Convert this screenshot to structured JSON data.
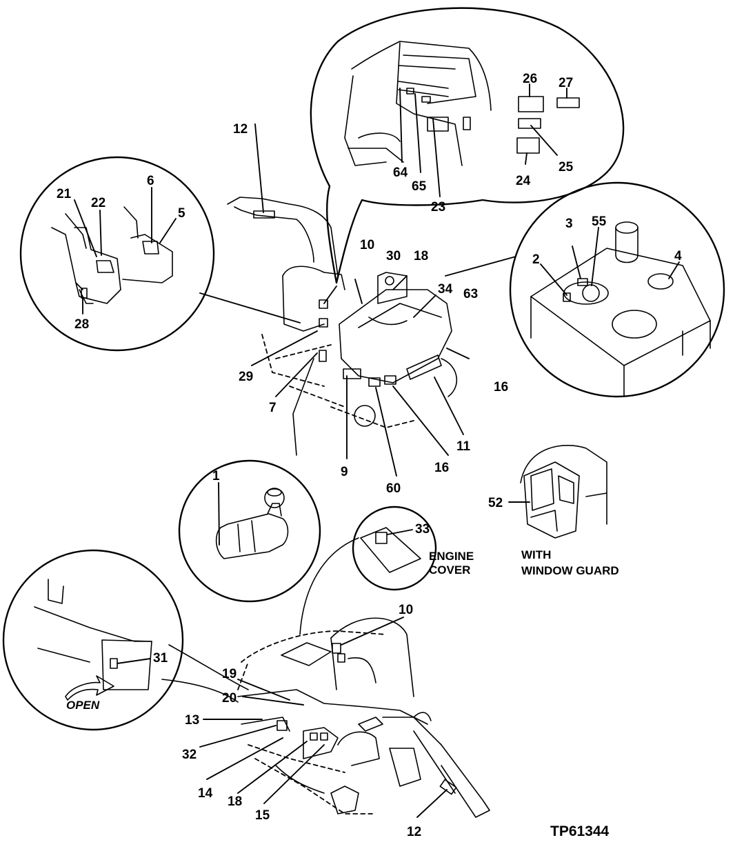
{
  "drawing_id": "TP61344",
  "captions": {
    "engine_cover": [
      "ENGINE",
      "COVER"
    ],
    "window_guard": [
      "WITH",
      "WINDOW GUARD"
    ],
    "open_arrow": "OPEN"
  },
  "callouts": {
    "c1": "1",
    "c2": "2",
    "c3": "3",
    "c4": "4",
    "c5": "5",
    "c6": "6",
    "c7": "7",
    "c9": "9",
    "c10a": "10",
    "c10b": "10",
    "c11": "11",
    "c12a": "12",
    "c12b": "12",
    "c13": "13",
    "c14": "14",
    "c15": "15",
    "c16a": "16",
    "c16b": "16",
    "c18a": "18",
    "c18b": "18",
    "c19": "19",
    "c20": "20",
    "c21": "21",
    "c22": "22",
    "c23": "23",
    "c24": "24",
    "c25": "25",
    "c26": "26",
    "c27": "27",
    "c28": "28",
    "c29": "29",
    "c30": "30",
    "c31": "31",
    "c32": "32",
    "c33": "33",
    "c34": "34",
    "c52": "52",
    "c55": "55",
    "c60": "60",
    "c63": "63",
    "c64": "64",
    "c65": "65"
  }
}
